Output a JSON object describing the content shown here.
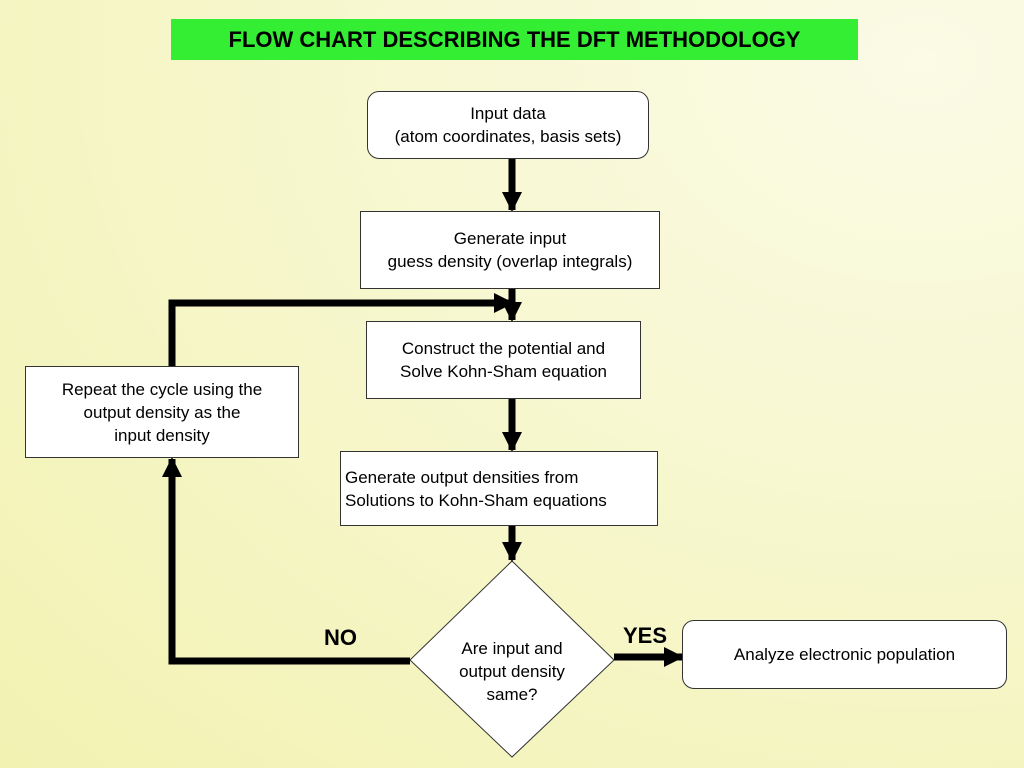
{
  "title": "FLOW CHART DESCRIBING THE DFT METHODOLOGY",
  "colors": {
    "title_background": "#33ee33",
    "arrows": "#000000"
  },
  "nodes": {
    "input": {
      "lines": [
        "Input data",
        "(atom coordinates, basis sets)"
      ]
    },
    "guess": {
      "lines": [
        "Generate input",
        "guess density (overlap integrals)"
      ]
    },
    "construct": {
      "lines": [
        "Construct the potential and",
        "Solve Kohn-Sham equation"
      ]
    },
    "output": {
      "lines": [
        "Generate output densities from",
        "Solutions to Kohn-Sham equations"
      ]
    },
    "decision": {
      "lines": [
        "Are input and",
        "output density",
        "same?"
      ]
    },
    "repeat": {
      "lines": [
        "Repeat the cycle using the",
        "output density as the",
        "input density"
      ]
    },
    "analyze": {
      "lines": [
        "Analyze electronic population"
      ]
    }
  },
  "labels": {
    "no": "NO",
    "yes": "YES"
  }
}
